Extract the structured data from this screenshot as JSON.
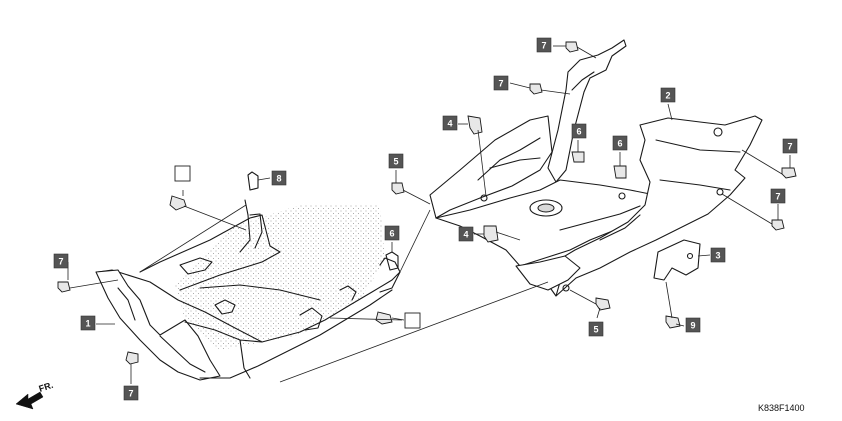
{
  "diagram": {
    "drawing_code": "K838F1400",
    "direction_label": "FR.",
    "callouts": [
      {
        "id": "c7-top",
        "label": "7"
      },
      {
        "id": "c7-upper",
        "label": "7"
      },
      {
        "id": "c4-upper",
        "label": "4"
      },
      {
        "id": "c5-left",
        "label": "5"
      },
      {
        "id": "c6-a",
        "label": "6"
      },
      {
        "id": "c6-b",
        "label": "6"
      },
      {
        "id": "c2",
        "label": "2"
      },
      {
        "id": "c7-right-a",
        "label": "7"
      },
      {
        "id": "c7-right-b",
        "label": "7"
      },
      {
        "id": "c4-lower",
        "label": "4"
      },
      {
        "id": "c3",
        "label": "3"
      },
      {
        "id": "c5-lower",
        "label": "5"
      },
      {
        "id": "c9",
        "label": "9"
      },
      {
        "id": "c8-left",
        "label": "8"
      },
      {
        "id": "c6-mid",
        "label": "6"
      },
      {
        "id": "c7-left",
        "label": "7"
      },
      {
        "id": "c1",
        "label": "1"
      },
      {
        "id": "c7-bottom",
        "label": "7"
      }
    ]
  }
}
